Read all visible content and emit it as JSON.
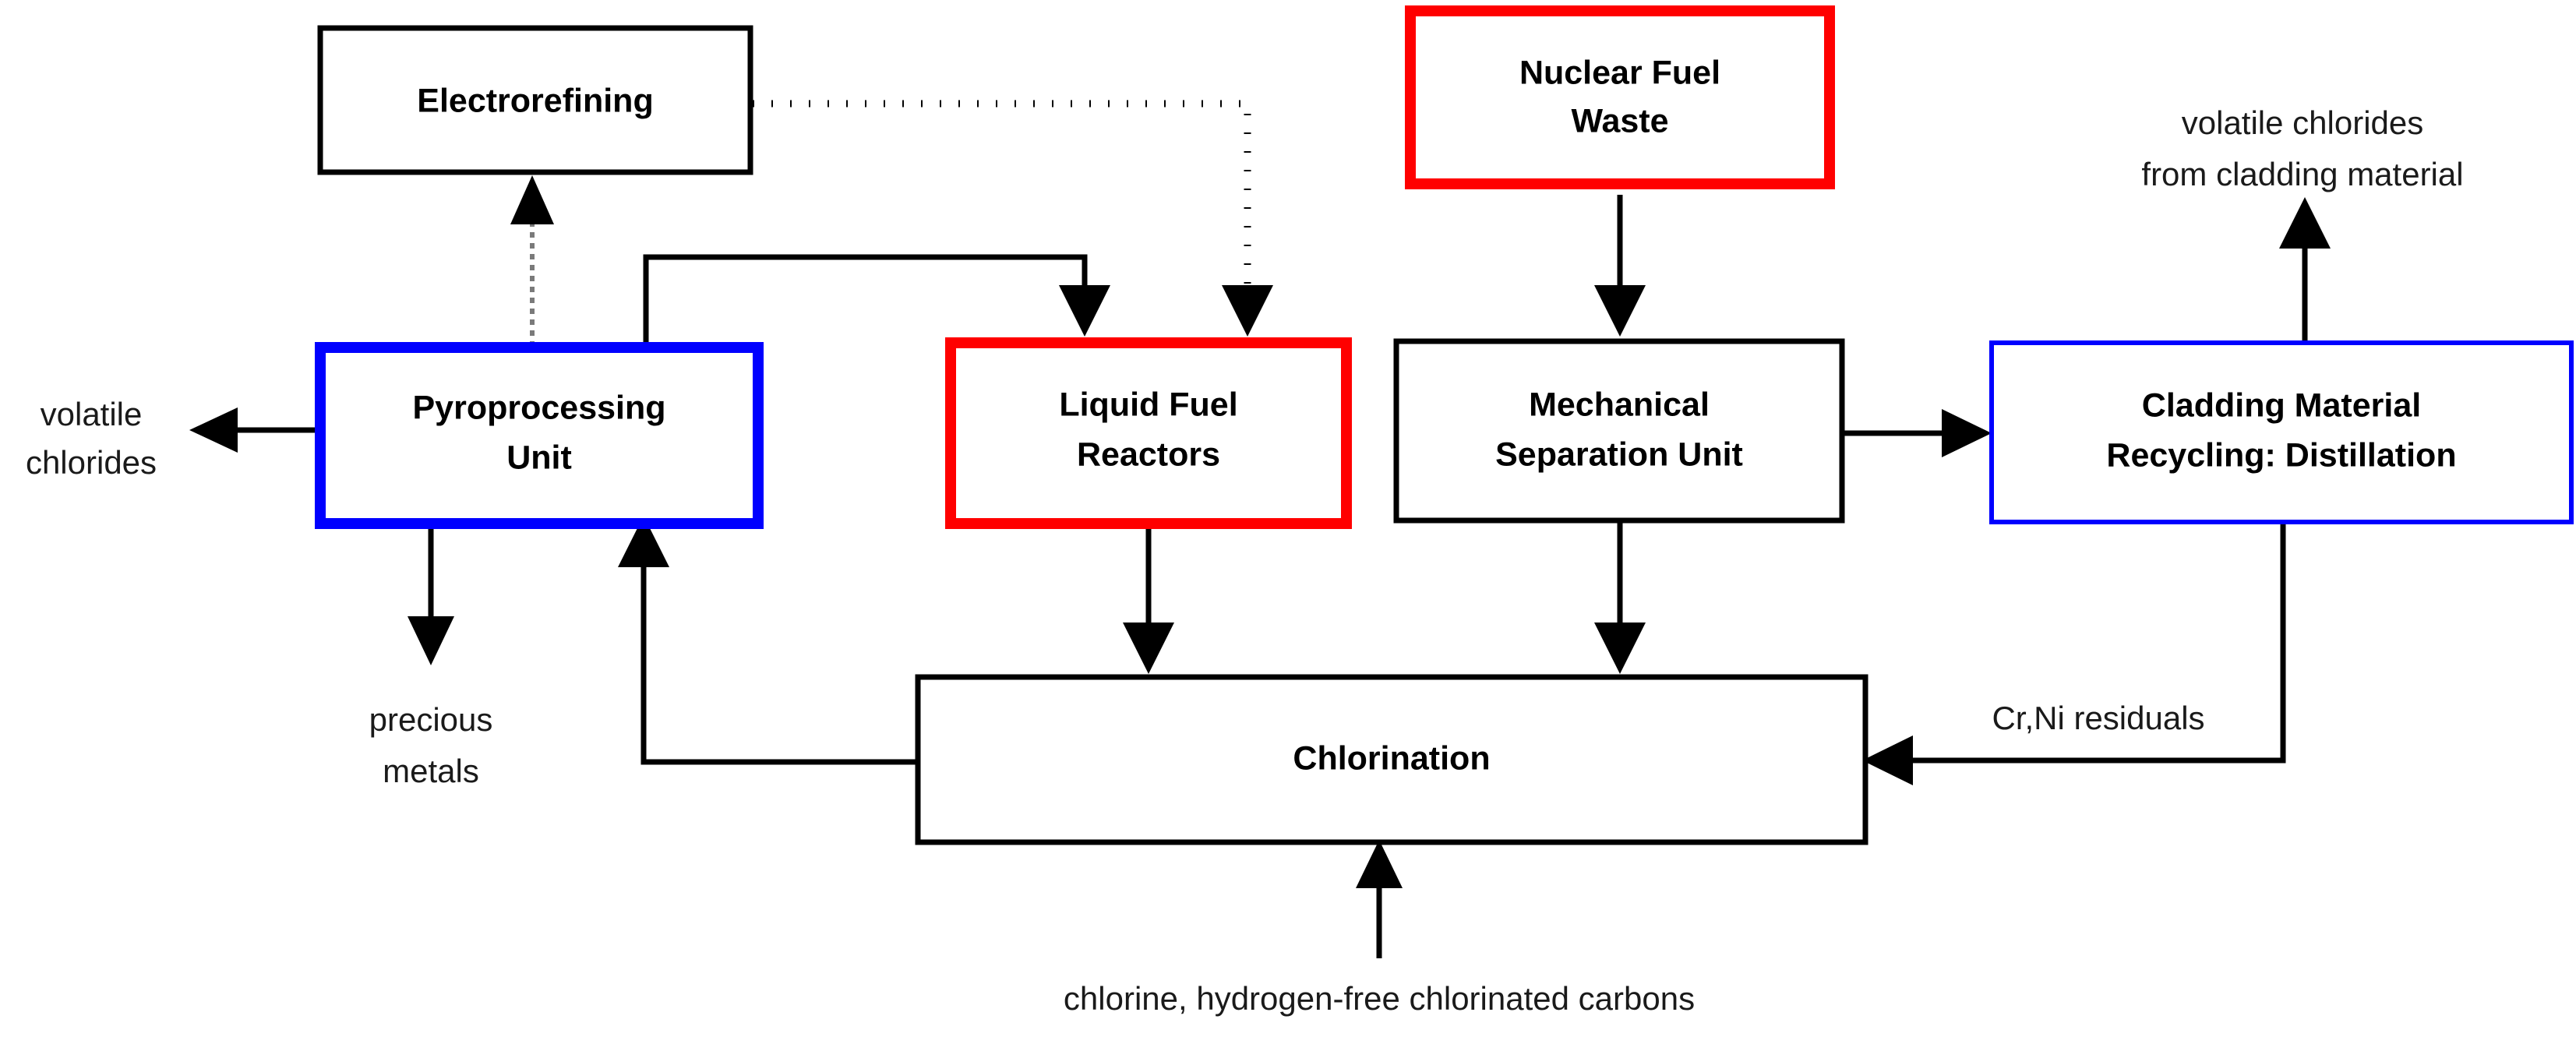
{
  "diagram": {
    "title": "Nuclear fuel waste chlorination recycling flow diagram",
    "colors": {
      "accent_red": "#FF0000",
      "accent_blue": "#0000FF",
      "neutral_black": "#000000",
      "background": "#FFFFFF",
      "gray_dashed": "#7A7A7A"
    },
    "nodes": [
      {
        "id": "electrorefining",
        "label": "Electrorefining",
        "lines": [
          "Electrorefining"
        ],
        "border_color": "#000000",
        "border_width": 7
      },
      {
        "id": "nuclear-fuel-waste",
        "label": "Nuclear Fuel Waste",
        "lines": [
          "Nuclear Fuel",
          "Waste"
        ],
        "border_color": "#FF0000",
        "border_width": 14
      },
      {
        "id": "pyroprocessing-unit",
        "label": "Pyroprocessing Unit",
        "lines": [
          "Pyroprocessing",
          "Unit"
        ],
        "border_color": "#0000FF",
        "border_width": 14
      },
      {
        "id": "liquid-fuel-reactors",
        "label": "Liquid Fuel Reactors",
        "lines": [
          "Liquid Fuel",
          "Reactors"
        ],
        "border_color": "#FF0000",
        "border_width": 14
      },
      {
        "id": "mechanical-separation-unit",
        "label": "Mechanical Separation Unit",
        "lines": [
          "Mechanical",
          "Separation Unit"
        ],
        "border_color": "#000000",
        "border_width": 7
      },
      {
        "id": "cladding-material-recycling",
        "label": "Cladding Material Recycling: Distillation",
        "lines": [
          "Cladding Material",
          "Recycling: Distillation"
        ],
        "border_color": "#0000FF",
        "border_width": 6
      },
      {
        "id": "chlorination",
        "label": "Chlorination",
        "lines": [
          "Chlorination"
        ],
        "border_color": "#000000",
        "border_width": 7
      }
    ],
    "edge_labels": [
      {
        "id": "volatile-chlorides-left",
        "lines": [
          "volatile",
          "chlorides"
        ]
      },
      {
        "id": "volatile-chlorides-cladding",
        "lines": [
          "volatile chlorides",
          "from cladding material"
        ]
      },
      {
        "id": "precious-metals",
        "lines": [
          "precious",
          "metals"
        ]
      },
      {
        "id": "cr-ni-residuals",
        "lines": [
          "Cr,Ni residuals"
        ]
      },
      {
        "id": "chlorine-feed",
        "lines": [
          "chlorine, hydrogen-free chlorinated carbons"
        ]
      }
    ],
    "edges": [
      {
        "id": "pyroprocessing-to-electrorefining",
        "from": "pyroprocessing-unit",
        "to": "electrorefining",
        "style": "dashed-gray"
      },
      {
        "id": "electrorefining-to-liquid-fuel-reactors",
        "from": "electrorefining",
        "to": "liquid-fuel-reactors",
        "style": "dotted"
      },
      {
        "id": "pyroprocessing-to-liquid-fuel-reactors",
        "from": "pyroprocessing-unit",
        "to": "liquid-fuel-reactors",
        "style": "solid"
      },
      {
        "id": "pyroprocessing-to-volatile-chlorides",
        "from": "pyroprocessing-unit",
        "to": "volatile-chlorides-left",
        "style": "solid"
      },
      {
        "id": "pyroprocessing-to-precious-metals",
        "from": "pyroprocessing-unit",
        "to": "precious-metals",
        "style": "solid"
      },
      {
        "id": "nuclear-fuel-waste-to-mechanical-separation",
        "from": "nuclear-fuel-waste",
        "to": "mechanical-separation-unit",
        "style": "solid"
      },
      {
        "id": "mechanical-separation-to-cladding",
        "from": "mechanical-separation-unit",
        "to": "cladding-material-recycling",
        "style": "solid"
      },
      {
        "id": "mechanical-separation-to-chlorination",
        "from": "mechanical-separation-unit",
        "to": "chlorination",
        "style": "solid"
      },
      {
        "id": "liquid-fuel-reactors-to-chlorination",
        "from": "liquid-fuel-reactors",
        "to": "chlorination",
        "style": "solid"
      },
      {
        "id": "cladding-to-volatile-chlorides",
        "from": "cladding-material-recycling",
        "to": "volatile-chlorides-cladding",
        "style": "solid"
      },
      {
        "id": "cladding-to-chlorination",
        "from": "cladding-material-recycling",
        "to": "chlorination",
        "style": "solid",
        "label": "Cr,Ni residuals"
      },
      {
        "id": "chlorination-to-pyroprocessing",
        "from": "chlorination",
        "to": "pyroprocessing-unit",
        "style": "solid"
      },
      {
        "id": "chlorine-feed-to-chlorination",
        "from": "chlorine-feed",
        "to": "chlorination",
        "style": "solid"
      }
    ]
  }
}
